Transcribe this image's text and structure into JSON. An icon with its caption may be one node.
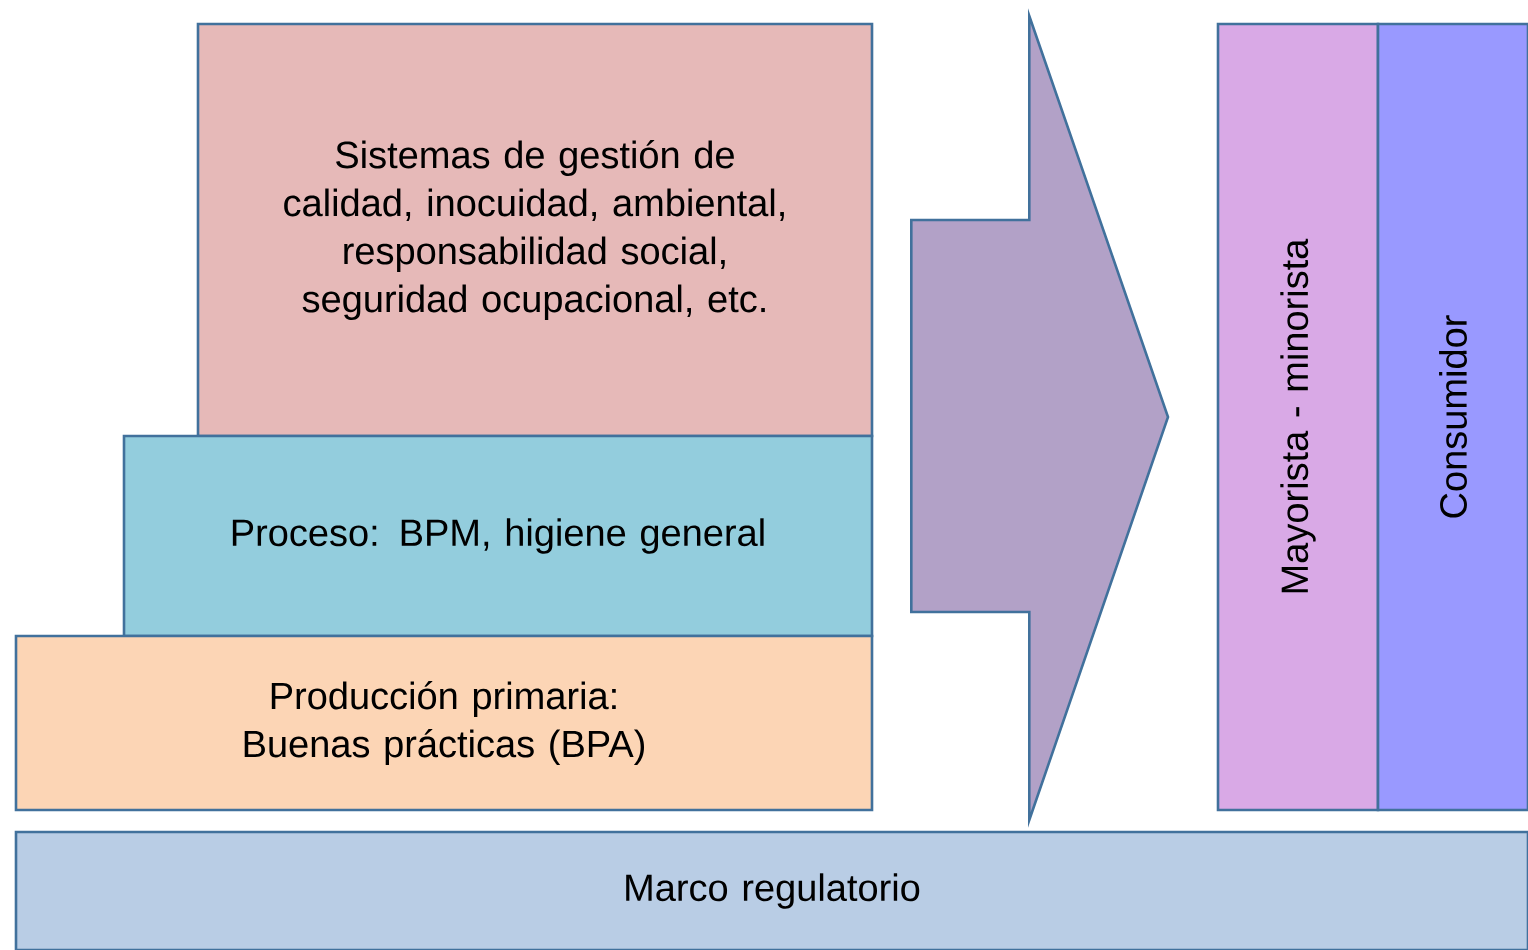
{
  "diagram": {
    "nodes": [
      {
        "text": [
          "Sistemas de gestión de calidad, inocuidad, ambiental, responsabilidad social, seguridad ocupacional, etc."
        ]
      },
      {
        "text": [
          "Proceso: BPM, higiene general"
        ]
      },
      {
        "text": [
          "Producción primaria: Buenas prácticas  (BPA)"
        ]
      },
      {
        "text": [
          "Mayorista - minorista"
        ]
      },
      {
        "text": [
          "Consumidor"
        ]
      },
      {
        "text": [
          "Marco regulatorio"
        ]
      }
    ],
    "edges": [
      {
        "from": 1,
        "to": 3,
        "arrow": "to"
      }
    ]
  }
}
